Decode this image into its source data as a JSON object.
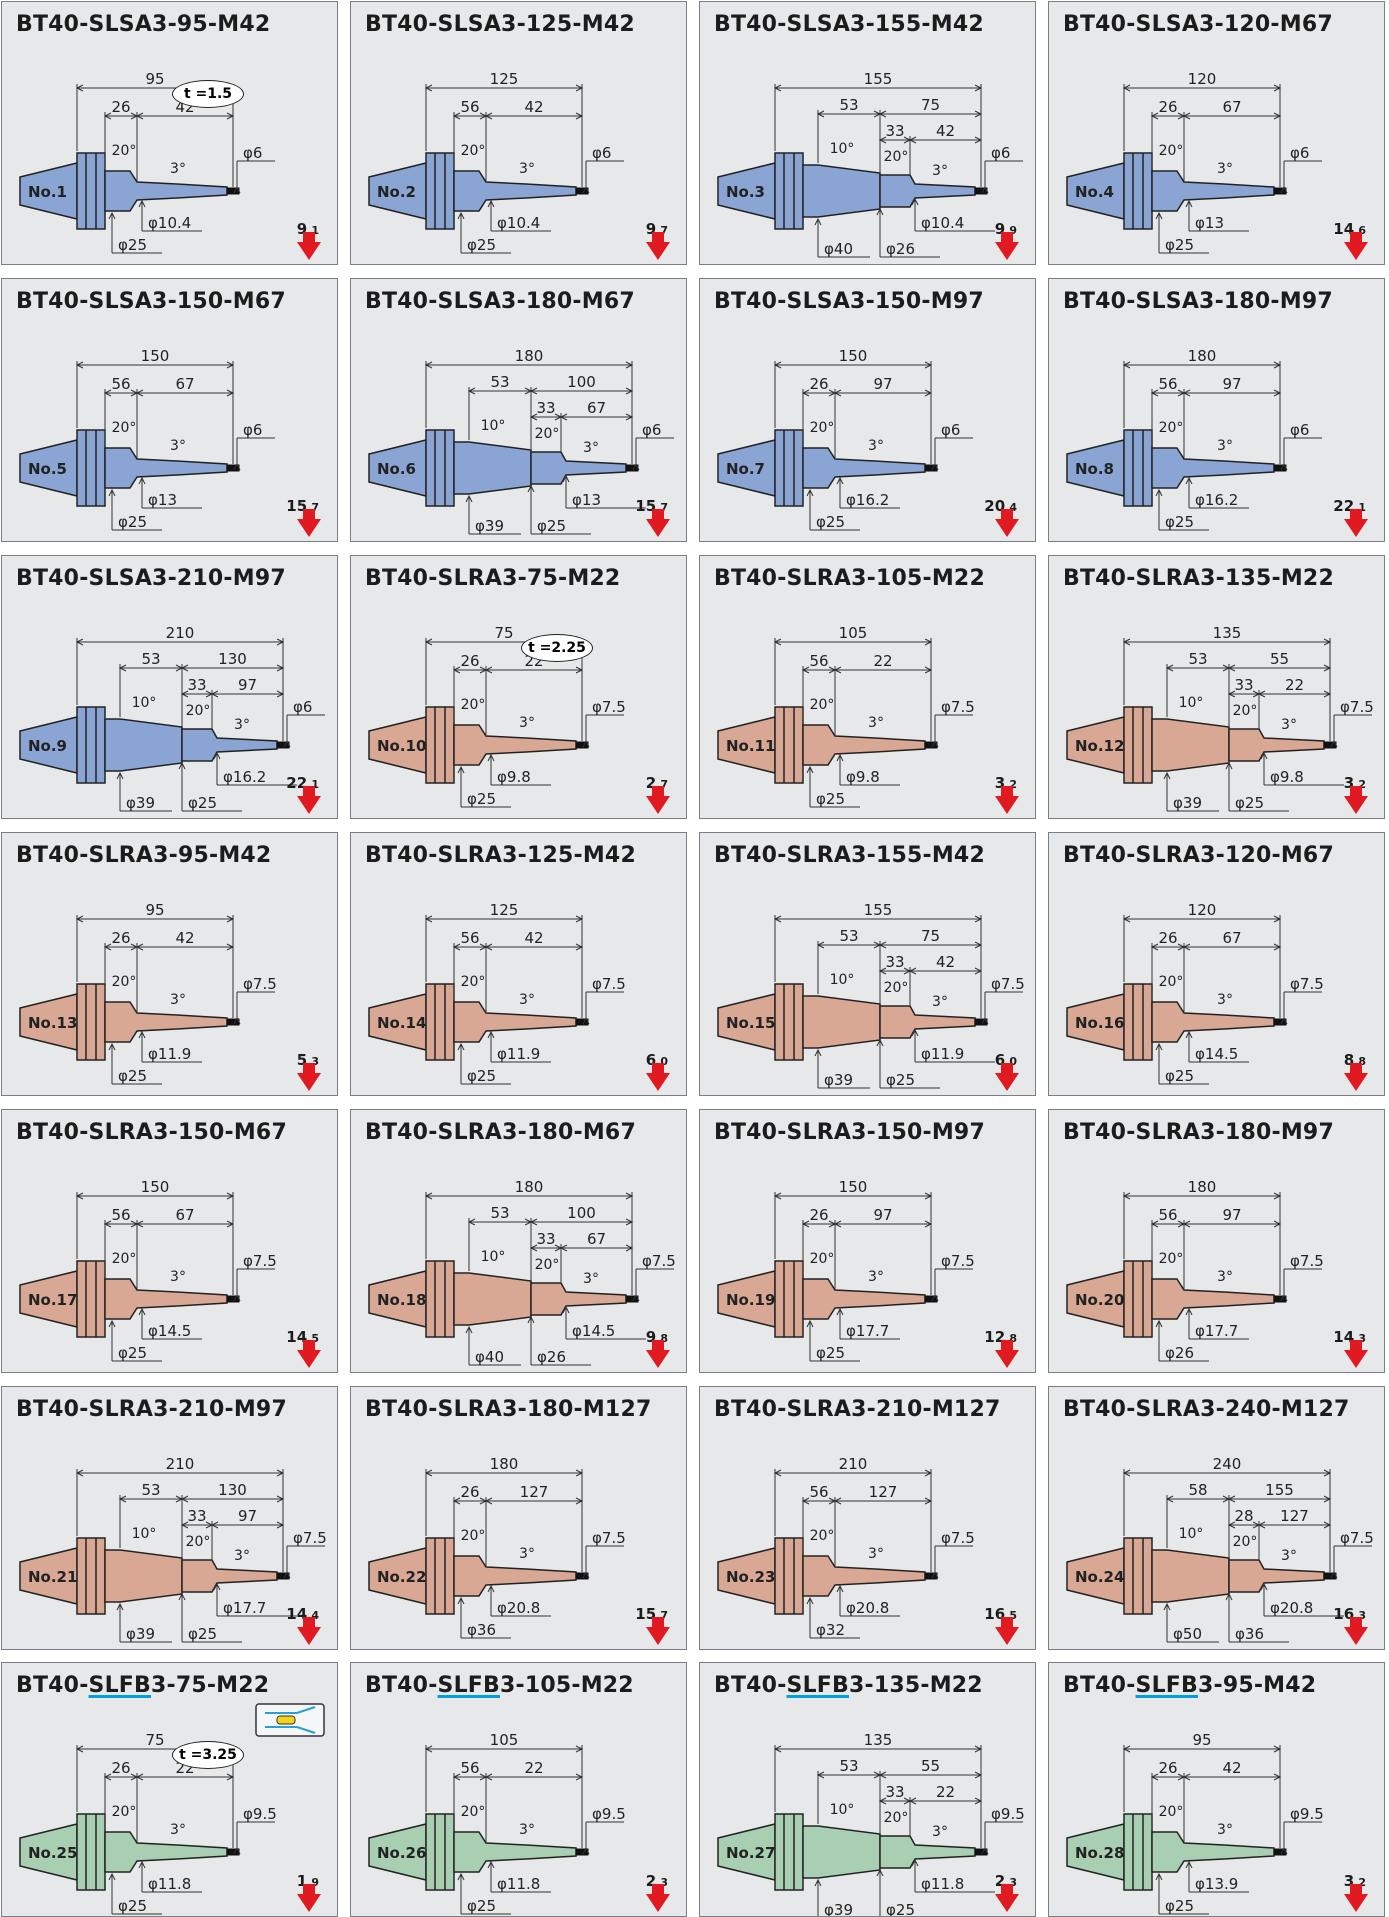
{
  "colors": {
    "blue": "#8aa5d4",
    "red": "#d9a894",
    "green": "#a9cfb2",
    "arrow": "#e11a22"
  },
  "cards": [
    {
      "title": "BT40-SLSA3-95-M42",
      "no": "No.1",
      "w_int": "9",
      "w_dec": ".1",
      "color": "blue",
      "L": "95",
      "A": "26",
      "B": "42",
      "ang1": "20°",
      "ang2": "3°",
      "tip": "φ6",
      "d1": "φ10.4",
      "d2": "φ25",
      "thick": "t =1.5"
    },
    {
      "title": "BT40-SLSA3-125-M42",
      "no": "No.2",
      "w_int": "9",
      "w_dec": ".7",
      "color": "blue",
      "L": "125",
      "A": "56",
      "B": "42",
      "ang1": "20°",
      "ang2": "3°",
      "tip": "φ6",
      "d1": "φ10.4",
      "d2": "φ25"
    },
    {
      "title": "BT40-SLSA3-155-M42",
      "no": "No.3",
      "w_int": "9",
      "w_dec": ".9",
      "color": "blue",
      "L": "155",
      "S1": "53",
      "S2": "75",
      "A": "33",
      "B": "42",
      "ang0": "10°",
      "ang1": "20°",
      "ang2": "3°",
      "tip": "φ6",
      "d1": "φ10.4",
      "d2": "φ26",
      "d3": "φ40"
    },
    {
      "title": "BT40-SLSA3-120-M67",
      "no": "No.4",
      "w_int": "14",
      "w_dec": ".6",
      "color": "blue",
      "L": "120",
      "A": "26",
      "B": "67",
      "ang1": "20°",
      "ang2": "3°",
      "tip": "φ6",
      "d1": "φ13",
      "d2": "φ25"
    },
    {
      "title": "BT40-SLSA3-150-M67",
      "no": "No.5",
      "w_int": "15",
      "w_dec": ".7",
      "color": "blue",
      "L": "150",
      "A": "56",
      "B": "67",
      "ang1": "20°",
      "ang2": "3°",
      "tip": "φ6",
      "d1": "φ13",
      "d2": "φ25"
    },
    {
      "title": "BT40-SLSA3-180-M67",
      "no": "No.6",
      "w_int": "15",
      "w_dec": ".7",
      "color": "blue",
      "L": "180",
      "S1": "53",
      "S2": "100",
      "A": "33",
      "B": "67",
      "ang0": "10°",
      "ang1": "20°",
      "ang2": "3°",
      "tip": "φ6",
      "d1": "φ13",
      "d2": "φ25",
      "d3": "φ39"
    },
    {
      "title": "BT40-SLSA3-150-M97",
      "no": "No.7",
      "w_int": "20",
      "w_dec": ".4",
      "color": "blue",
      "L": "150",
      "A": "26",
      "B": "97",
      "ang1": "20°",
      "ang2": "3°",
      "tip": "φ6",
      "d1": "φ16.2",
      "d2": "φ25"
    },
    {
      "title": "BT40-SLSA3-180-M97",
      "no": "No.8",
      "w_int": "22",
      "w_dec": ".1",
      "color": "blue",
      "L": "180",
      "A": "56",
      "B": "97",
      "ang1": "20°",
      "ang2": "3°",
      "tip": "φ6",
      "d1": "φ16.2",
      "d2": "φ25"
    },
    {
      "title": "BT40-SLSA3-210-M97",
      "no": "No.9",
      "w_int": "22",
      "w_dec": ".1",
      "color": "blue",
      "L": "210",
      "S1": "53",
      "S2": "130",
      "A": "33",
      "B": "97",
      "ang0": "10°",
      "ang1": "20°",
      "ang2": "3°",
      "tip": "φ6",
      "d1": "φ16.2",
      "d2": "φ25",
      "d3": "φ39"
    },
    {
      "title": "BT40-SLRA3-75-M22",
      "no": "No.10",
      "w_int": "2",
      "w_dec": ".7",
      "color": "red",
      "L": "75",
      "A": "26",
      "B": "22",
      "ang1": "20°",
      "ang2": "3°",
      "tip": "φ7.5",
      "d1": "φ9.8",
      "d2": "φ25",
      "thick": "t =2.25"
    },
    {
      "title": "BT40-SLRA3-105-M22",
      "no": "No.11",
      "w_int": "3",
      "w_dec": ".2",
      "color": "red",
      "L": "105",
      "A": "56",
      "B": "22",
      "ang1": "20°",
      "ang2": "3°",
      "tip": "φ7.5",
      "d1": "φ9.8",
      "d2": "φ25"
    },
    {
      "title": "BT40-SLRA3-135-M22",
      "no": "No.12",
      "w_int": "3",
      "w_dec": ".2",
      "color": "red",
      "L": "135",
      "S1": "53",
      "S2": "55",
      "A": "33",
      "B": "22",
      "ang0": "10°",
      "ang1": "20°",
      "ang2": "3°",
      "tip": "φ7.5",
      "d1": "φ9.8",
      "d2": "φ25",
      "d3": "φ39"
    },
    {
      "title": "BT40-SLRA3-95-M42",
      "no": "No.13",
      "w_int": "5",
      "w_dec": ".3",
      "color": "red",
      "L": "95",
      "A": "26",
      "B": "42",
      "ang1": "20°",
      "ang2": "3°",
      "tip": "φ7.5",
      "d1": "φ11.9",
      "d2": "φ25"
    },
    {
      "title": "BT40-SLRA3-125-M42",
      "no": "No.14",
      "w_int": "6",
      "w_dec": ".0",
      "color": "red",
      "L": "125",
      "A": "56",
      "B": "42",
      "ang1": "20°",
      "ang2": "3°",
      "tip": "φ7.5",
      "d1": "φ11.9",
      "d2": "φ25"
    },
    {
      "title": "BT40-SLRA3-155-M42",
      "no": "No.15",
      "w_int": "6",
      "w_dec": ".0",
      "color": "red",
      "L": "155",
      "S1": "53",
      "S2": "75",
      "A": "33",
      "B": "42",
      "ang0": "10°",
      "ang1": "20°",
      "ang2": "3°",
      "tip": "φ7.5",
      "d1": "φ11.9",
      "d2": "φ25",
      "d3": "φ39"
    },
    {
      "title": "BT40-SLRA3-120-M67",
      "no": "No.16",
      "w_int": "8",
      "w_dec": ".8",
      "color": "red",
      "L": "120",
      "A": "26",
      "B": "67",
      "ang1": "20°",
      "ang2": "3°",
      "tip": "φ7.5",
      "d1": "φ14.5",
      "d2": "φ25"
    },
    {
      "title": "BT40-SLRA3-150-M67",
      "no": "No.17",
      "w_int": "14",
      "w_dec": ".5",
      "color": "red",
      "L": "150",
      "A": "56",
      "B": "67",
      "ang1": "20°",
      "ang2": "3°",
      "tip": "φ7.5",
      "d1": "φ14.5",
      "d2": "φ25"
    },
    {
      "title": "BT40-SLRA3-180-M67",
      "no": "No.18",
      "w_int": "9",
      "w_dec": ".8",
      "color": "red",
      "L": "180",
      "S1": "53",
      "S2": "100",
      "A": "33",
      "B": "67",
      "ang0": "10°",
      "ang1": "20°",
      "ang2": "3°",
      "tip": "φ7.5",
      "d1": "φ14.5",
      "d2": "φ26",
      "d3": "φ40"
    },
    {
      "title": "BT40-SLRA3-150-M97",
      "no": "No.19",
      "w_int": "12",
      "w_dec": ".8",
      "color": "red",
      "L": "150",
      "A": "26",
      "B": "97",
      "ang1": "20°",
      "ang2": "3°",
      "tip": "φ7.5",
      "d1": "φ17.7",
      "d2": "φ25"
    },
    {
      "title": "BT40-SLRA3-180-M97",
      "no": "No.20",
      "w_int": "14",
      "w_dec": ".3",
      "color": "red",
      "L": "180",
      "A": "56",
      "B": "97",
      "ang1": "20°",
      "ang2": "3°",
      "tip": "φ7.5",
      "d1": "φ17.7",
      "d2": "φ26"
    },
    {
      "title": "BT40-SLRA3-210-M97",
      "no": "No.21",
      "w_int": "14",
      "w_dec": ".4",
      "color": "red",
      "L": "210",
      "S1": "53",
      "S2": "130",
      "A": "33",
      "B": "97",
      "ang0": "10°",
      "ang1": "20°",
      "ang2": "3°",
      "tip": "φ7.5",
      "d1": "φ17.7",
      "d2": "φ25",
      "d3": "φ39"
    },
    {
      "title": "BT40-SLRA3-180-M127",
      "no": "No.22",
      "w_int": "15",
      "w_dec": ".7",
      "color": "red",
      "L": "180",
      "A": "26",
      "B": "127",
      "ang1": "20°",
      "ang2": "3°",
      "tip": "φ7.5",
      "d1": "φ20.8",
      "d2": "φ36"
    },
    {
      "title": "BT40-SLRA3-210-M127",
      "no": "No.23",
      "w_int": "16",
      "w_dec": ".5",
      "color": "red",
      "L": "210",
      "A": "56",
      "B": "127",
      "ang1": "20°",
      "ang2": "3°",
      "tip": "φ7.5",
      "d1": "φ20.8",
      "d2": "φ32"
    },
    {
      "title": "BT40-SLRA3-240-M127",
      "no": "No.24",
      "w_int": "16",
      "w_dec": ".3",
      "color": "red",
      "L": "240",
      "S1": "58",
      "S2": "155",
      "A": "28",
      "B": "127",
      "ang0": "10°",
      "ang1": "20°",
      "ang2": "3°",
      "tip": "φ7.5",
      "d1": "φ20.8",
      "d2": "φ36",
      "d3": "φ50"
    },
    {
      "title": "BT40-SLFB3-75-M22",
      "t1": "BT40-",
      "t2": "SLFB",
      "t3": "3-75-M22",
      "no": "No.25",
      "w_int": "1",
      "w_dec": ".9",
      "color": "green",
      "L": "75",
      "A": "26",
      "B": "22",
      "ang1": "20°",
      "ang2": "3°",
      "tip": "φ9.5",
      "d1": "φ11.8",
      "d2": "φ25",
      "thick": "t =3.25",
      "insert": true
    },
    {
      "title": "BT40-SLFB3-105-M22",
      "t1": "BT40-",
      "t2": "SLFB",
      "t3": "3-105-M22",
      "no": "No.26",
      "w_int": "2",
      "w_dec": ".3",
      "color": "green",
      "L": "105",
      "A": "56",
      "B": "22",
      "ang1": "20°",
      "ang2": "3°",
      "tip": "φ9.5",
      "d1": "φ11.8",
      "d2": "φ25"
    },
    {
      "title": "BT40-SLFB3-135-M22",
      "t1": "BT40-",
      "t2": "SLFB",
      "t3": "3-135-M22",
      "no": "No.27",
      "w_int": "2",
      "w_dec": ".3",
      "color": "green",
      "L": "135",
      "S1": "53",
      "S2": "55",
      "A": "33",
      "B": "22",
      "ang0": "10°",
      "ang1": "20°",
      "ang2": "3°",
      "tip": "φ9.5",
      "d1": "φ11.8",
      "d2": "φ25",
      "d3": "φ39"
    },
    {
      "title": "BT40-SLFB3-95-M42",
      "t1": "BT40-",
      "t2": "SLFB",
      "t3": "3-95-M42",
      "no": "No.28",
      "w_int": "3",
      "w_dec": ".2",
      "color": "green",
      "L": "95",
      "A": "26",
      "B": "42",
      "ang1": "20°",
      "ang2": "3°",
      "tip": "φ9.5",
      "d1": "φ13.9",
      "d2": "φ25"
    }
  ]
}
